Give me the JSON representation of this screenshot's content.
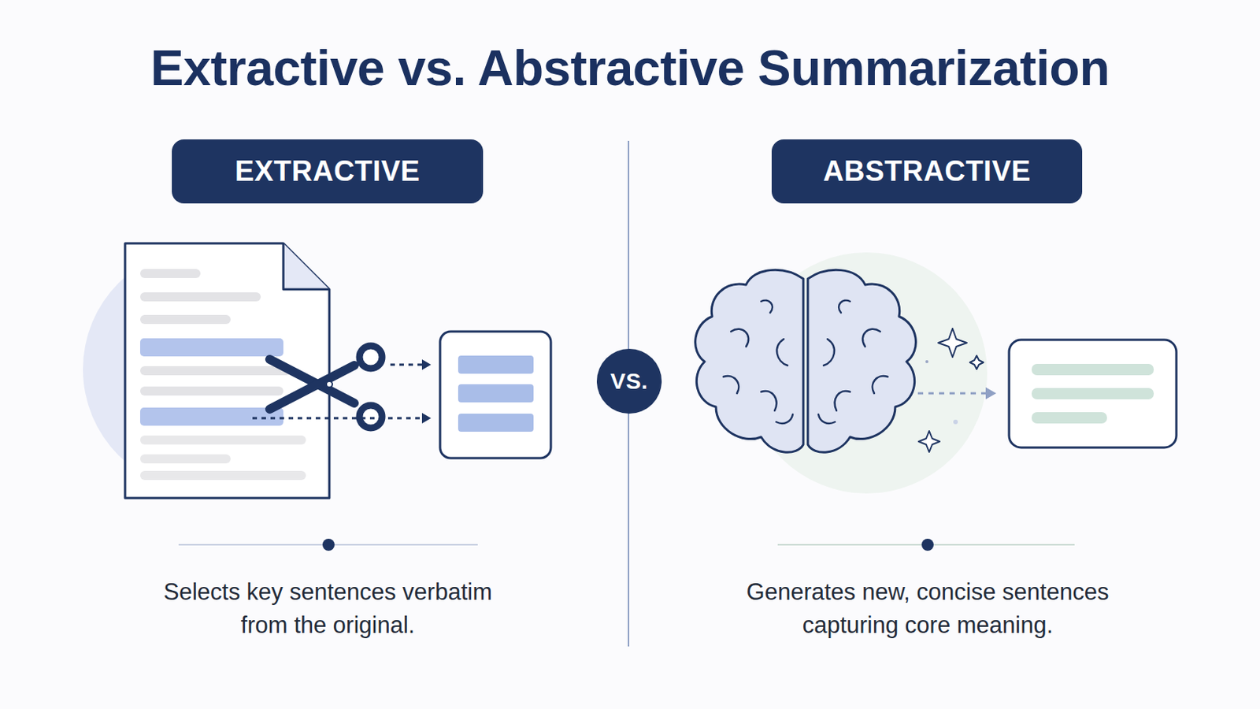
{
  "diagram": {
    "title": "Extractive vs. Abstractive Summarization",
    "nodes": [
      {
        "text": [
          "EXTRACTIVE"
        ]
      },
      {
        "text": [
          "VS."
        ]
      },
      {
        "text": [
          "ABSTRACTIVE"
        ]
      }
    ],
    "labels": [
      "Selects key sentences verbatim from the original.",
      "Generates new, concise sentences capturing core meaning."
    ]
  }
}
